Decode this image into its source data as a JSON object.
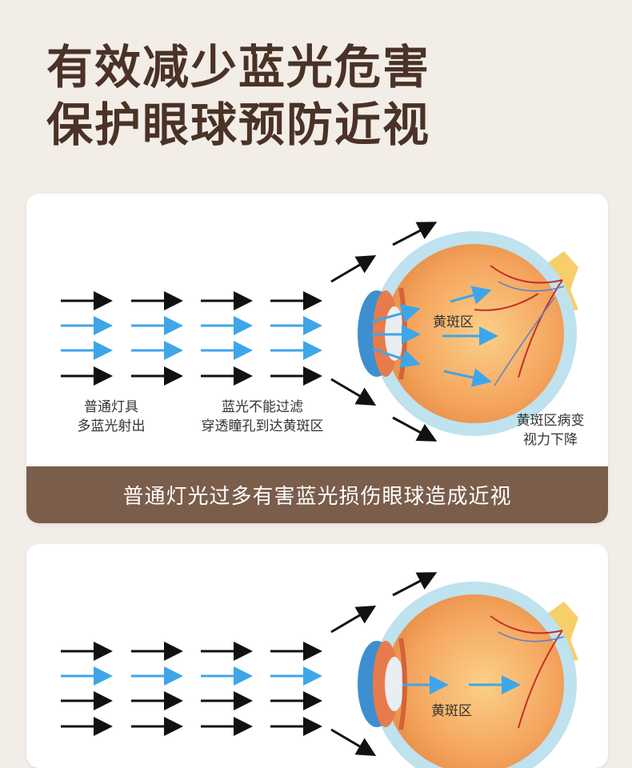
{
  "headline": {
    "line1": "有效减少蓝光危害",
    "line2": "保护眼球预防近视"
  },
  "card1": {
    "source_label": [
      "普通灯具",
      "多蓝光射出"
    ],
    "filter_label": [
      "蓝光不能过滤",
      "穿透瞳孔到达黄斑区"
    ],
    "macula_label": "黄斑区",
    "result_label": [
      "黄斑区病变",
      "视力下降"
    ],
    "banner": "普通灯光过多有害蓝光损伤眼球造成近视"
  },
  "card2": {
    "macula_label": "黄斑区"
  },
  "colors": {
    "headline": "#4a3226",
    "banner_bg": "#7a5d4a",
    "blue_ray": "#3ea6e8",
    "black_ray": "#111111",
    "eye_sclera": "#f4a35c",
    "eye_outer": "#bfe2ef"
  }
}
